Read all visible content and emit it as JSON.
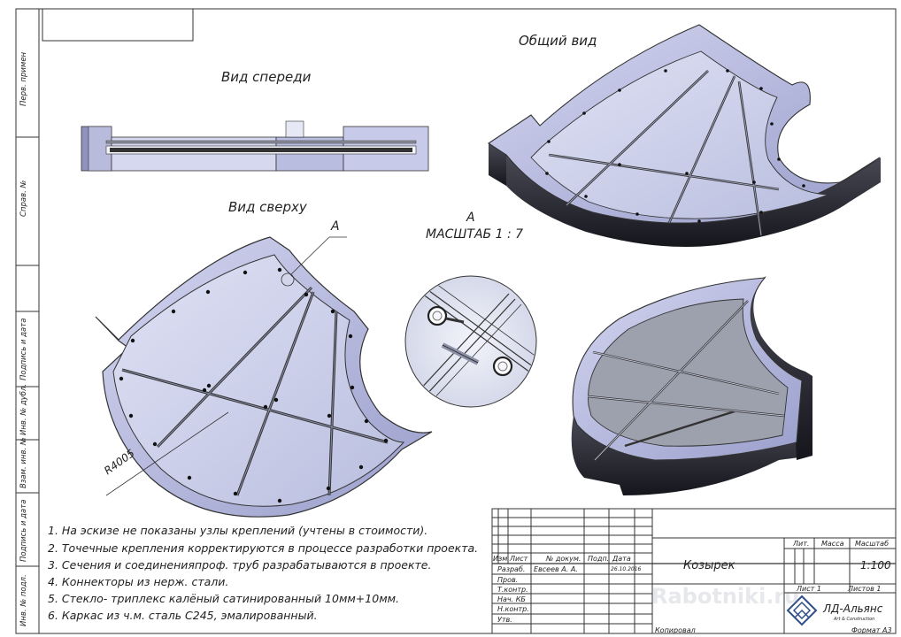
{
  "views": {
    "front_title": "Вид спереди",
    "top_title": "Вид сверху",
    "general_title": "Общий вид",
    "detail_letter": "A",
    "detail_title": "A",
    "detail_scale": "МАСШТАБ 1 : 7",
    "radius_label": "R4005"
  },
  "side_strip": {
    "perv_primen": "Перв. примен",
    "sprav_no": "Справ. №",
    "podp_data_1": "Подпись и дата",
    "inv_dubl": "Инв. № дубл.",
    "vzam_inv": "Взам. инв. №",
    "podp_data_2": "Подпись и дата",
    "inv_podl": "Инв. № подл."
  },
  "notes": [
    "1. На эскизе не показаны узлы креплений (учтены в стоимости).",
    "2. Точечные крепления корректируются в процессе разработки проекта.",
    "3. Сечения и соединенияпроф.  труб разрабатываются в проекте.",
    "4. Коннекторы из нерж. стали.",
    "5. Стекло- триплекс калёный сатинированный 10мм+10мм.",
    "6. Каркас из ч.м. сталь С245, эмалированный."
  ],
  "title_block": {
    "header_izm": "Изм",
    "header_list": "Лист",
    "header_docum": "№ докум.",
    "header_podp": "Подп.",
    "header_data": "Дата",
    "row_razrab": "Разраб.",
    "razrab_name": "Евсеев А. А.",
    "razrab_date": "26.10.2016",
    "row_prov": "Пров.",
    "row_tkontr": "Т.контр.",
    "row_nach": "Нач. КБ",
    "row_nkontr": "Н.контр.",
    "row_utv": "Утв.",
    "name": "Козырек",
    "lit": "Лит.",
    "massa": "Масса",
    "masshtab": "Масштаб",
    "scale_value": "1:100",
    "sheet": "Лист 1",
    "sheets": "Листов 1",
    "company": "ЛД-Альянс",
    "company_sub": "Art & Construction",
    "kopiroval": "Копировал",
    "format": "Формат А3"
  },
  "watermark": "Rabotniki.ru",
  "colors": {
    "frame": "#3a3a44",
    "glass": "#c8cce8",
    "frame_fill": "#b9bde0",
    "dark": "#2c2c35"
  }
}
